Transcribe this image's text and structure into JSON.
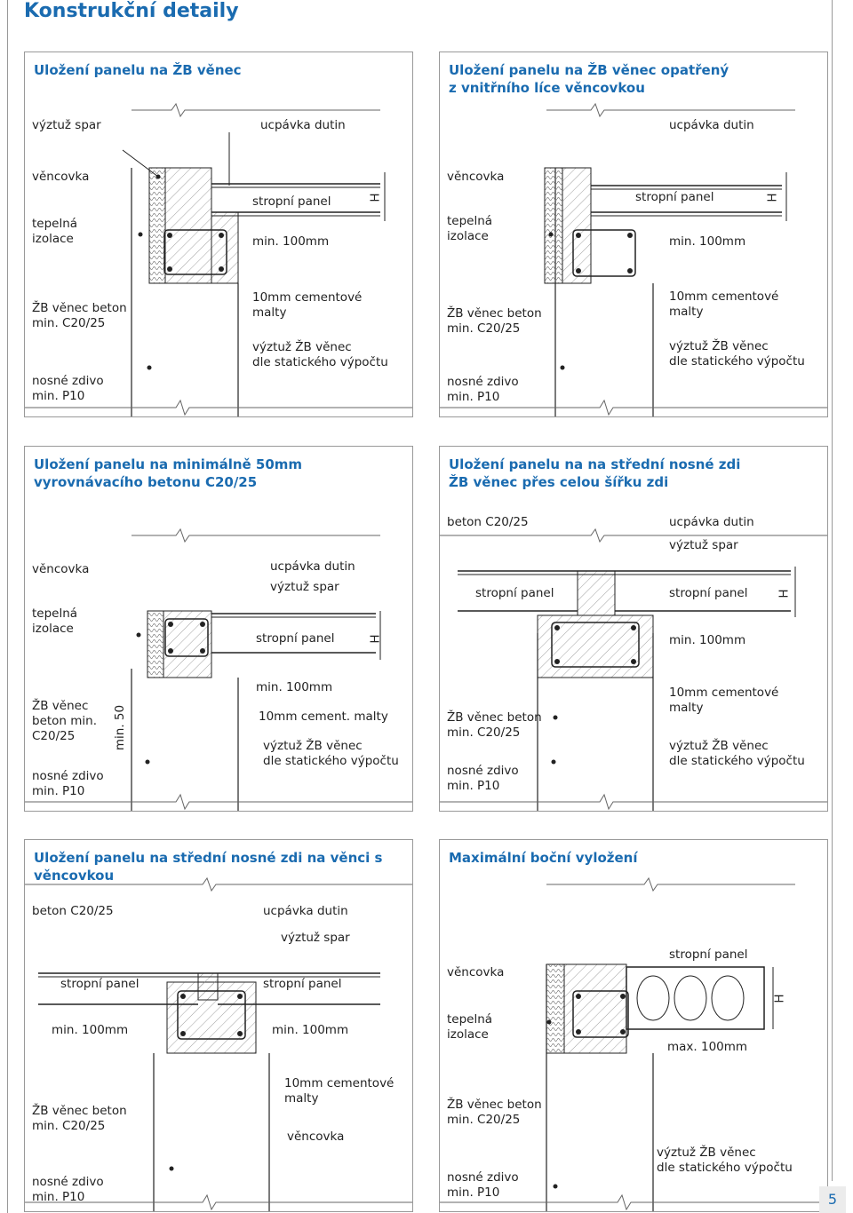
{
  "page_title": "Konstrukční detaily",
  "page_number": "5",
  "panels": [
    {
      "header": [
        "Uložení panelu na ŽB věnec",
        ""
      ],
      "labels": [
        "výztuž spar",
        "ucpávka dutin",
        "věncovka",
        "stropní panel",
        "tepelná",
        "izolace",
        "min. 100mm",
        "H",
        "ŽB věnec beton",
        "min. C20/25",
        "10mm cementové",
        "malty",
        "výztuž ŽB věnec",
        "dle statického výpočtu",
        "nosné zdivo",
        "min. P10"
      ]
    },
    {
      "header": [
        "Uložení panelu na ŽB věnec opatřený",
        "z vnitřního líce věncovkou"
      ],
      "labels": [
        "ucpávka dutin",
        "věncovka",
        "stropní panel",
        "H",
        "tepelná",
        "izolace",
        "min. 100mm",
        "10mm cementové",
        "malty",
        "ŽB věnec beton",
        "min. C20/25",
        "výztuž ŽB věnec",
        "dle statického výpočtu",
        "nosné zdivo",
        "min. P10"
      ]
    },
    {
      "header": [
        "Uložení panelu na minimálně 50mm",
        "vyrovnávacího betonu C20/25"
      ],
      "labels": [
        "ucpávka dutin",
        "věncovka",
        "výztuž spar",
        "tepelná",
        "izolace",
        "stropní panel",
        "H",
        "min. 100mm",
        "ŽB věnec",
        "beton min.",
        "C20/25",
        "min. 50",
        "10mm cement. malty",
        "výztuž ŽB věnec",
        "dle statického výpočtu",
        "nosné zdivo",
        "min. P10"
      ]
    },
    {
      "header": [
        "Uložení panelu na na střední nosné zdi",
        "ŽB věnec přes celou šířku zdi"
      ],
      "labels": [
        "beton C20/25",
        "ucpávka dutin",
        "výztuž spar",
        "stropní panel",
        "stropní panel",
        "H",
        "min. 100mm",
        "10mm cementové",
        "malty",
        "ŽB věnec beton",
        "min. C20/25",
        "výztuž ŽB věnec",
        "dle statického výpočtu",
        "nosné zdivo",
        "min. P10"
      ]
    },
    {
      "header": [
        "Uložení panelu na střední nosné zdi na věnci s věncovkou",
        ""
      ],
      "labels": [
        "beton C20/25",
        "ucpávka dutin",
        "výztuž spar",
        "stropní panel",
        "stropní panel",
        "min. 100mm",
        "min. 100mm",
        "10mm cementové",
        "malty",
        "ŽB věnec beton",
        "min. C20/25",
        "věncovka",
        "nosné zdivo",
        "min. P10"
      ]
    },
    {
      "header": [
        "Maximální boční vyložení",
        ""
      ],
      "labels": [
        "stropní panel",
        "věncovka",
        "H",
        "tepelná",
        "izolace",
        "max. 100mm",
        "ŽB věnec beton",
        "min. C20/25",
        "výztuž ŽB věnec",
        "dle statického výpočtu",
        "nosné zdivo",
        "min. P10"
      ]
    }
  ]
}
